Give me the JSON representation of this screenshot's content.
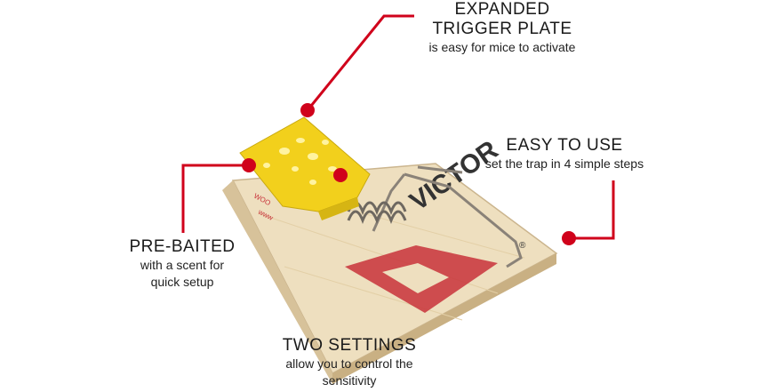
{
  "accent_color": "#d0021b",
  "callouts": {
    "trigger": {
      "title_line1": "EXPANDED",
      "title_line2": "TRIGGER PLATE",
      "subtitle": "is easy for mice to activate"
    },
    "easy": {
      "title": "EASY TO USE",
      "subtitle": "set the trap in 4 simple steps"
    },
    "prebaited": {
      "title": "PRE-BAITED",
      "subtitle_line1": "with a scent for",
      "subtitle_line2": "quick setup"
    },
    "settings": {
      "title": "TWO SETTINGS",
      "subtitle_line1": "allow you to control the",
      "subtitle_line2": "sensitivity"
    }
  },
  "product": {
    "brand_logo": "VICTOR",
    "registered_mark": "®"
  }
}
